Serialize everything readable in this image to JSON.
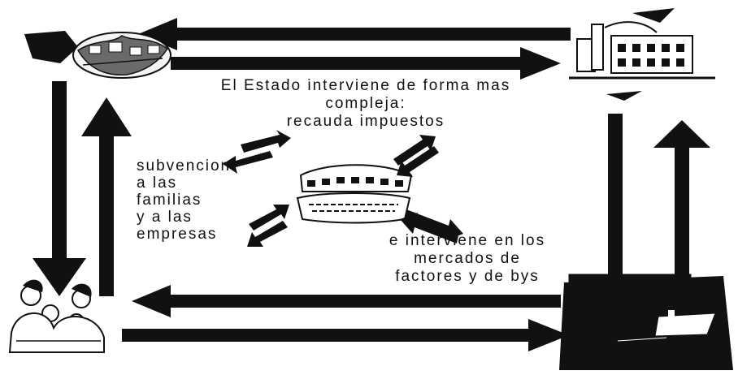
{
  "colors": {
    "background": "#ffffff",
    "ink": "#111111"
  },
  "icons": {
    "government_sector": "globe-buildings-icon",
    "firms": "factory-icon",
    "families": "family-icon",
    "market": "books-papers-icon",
    "state": "state-building-icon"
  },
  "labels": {
    "state_complex": [
      "El Estado interviene de forma mas",
      "compleja:",
      "recauda impuestos"
    ],
    "subsidies": [
      "subvencion",
      "a  las",
      "familias",
      "y a las",
      "empresas"
    ],
    "markets": [
      "e interviene en los",
      "mercados de",
      "factores y de bys"
    ]
  }
}
